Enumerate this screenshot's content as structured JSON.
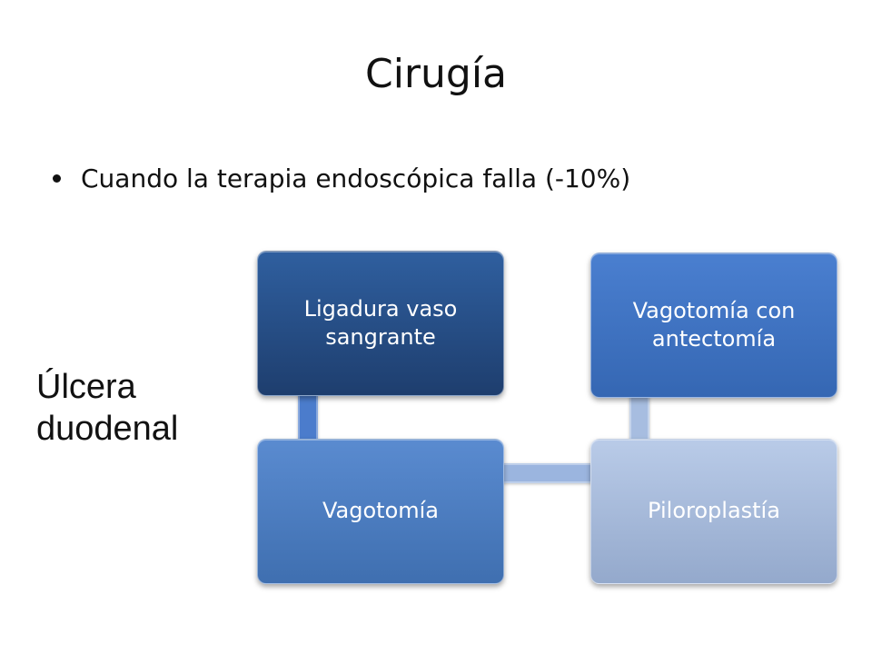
{
  "slide": {
    "title": "Cirugía",
    "bullet": "Cuando la terapia endoscópica falla (-10%)",
    "side_label": "Úlcera\nduodenal"
  },
  "diagram": {
    "boxes": [
      {
        "id": "ligadura",
        "label": "Ligadura vaso sangrante",
        "color_top": "#2f5f9f",
        "color_bottom": "#1e3e6e"
      },
      {
        "id": "vagotomia",
        "label": "Vagotomía",
        "color_top": "#5a8bd0",
        "color_bottom": "#3f6fb0"
      },
      {
        "id": "piloroplastia",
        "label": "Piloroplastía",
        "color_top": "#b9cbe8",
        "color_bottom": "#94a9cc"
      },
      {
        "id": "vagotomia-antectomia",
        "label": "Vagotomía con antectomía",
        "color_top": "#4a7fd0",
        "color_bottom": "#3567b3"
      }
    ],
    "connector_colors": {
      "left": "#4b7ccc",
      "middle": "#9bb5df",
      "right": "#a7bde0"
    }
  }
}
